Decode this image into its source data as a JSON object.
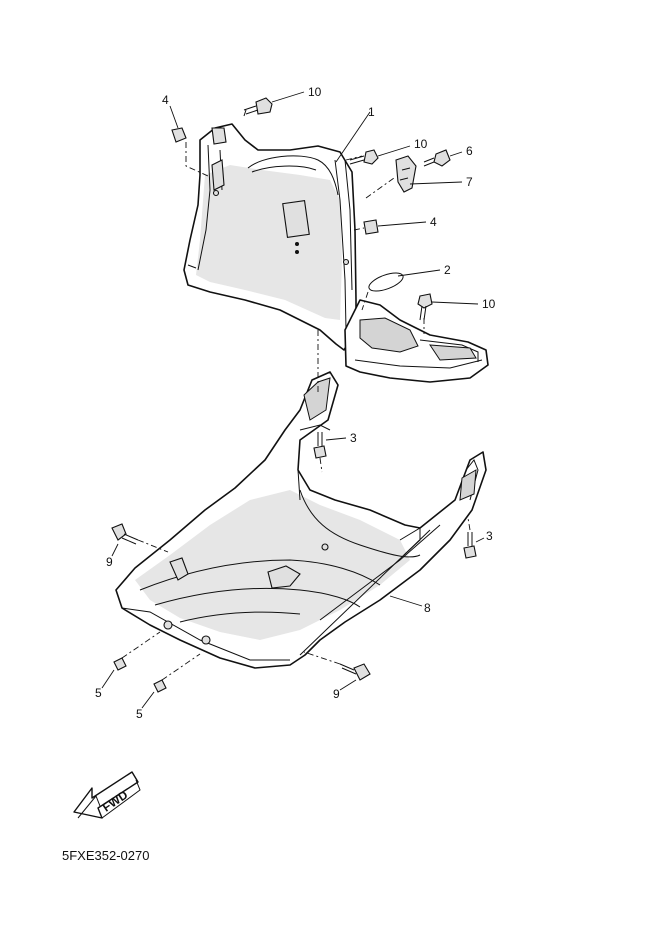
{
  "drawing_code": "5FXE352-0270",
  "fwd_label": "FWD",
  "callouts": {
    "c10a": "10",
    "c4a": "4",
    "c1": "1",
    "c10b": "10",
    "c6": "6",
    "c7": "7",
    "c4b": "4",
    "c2": "2",
    "c10c": "10",
    "c3a": "3",
    "c3b": "3",
    "c9a": "9",
    "c8": "8",
    "c5a": "5",
    "c9b": "9",
    "c5b": "5"
  }
}
